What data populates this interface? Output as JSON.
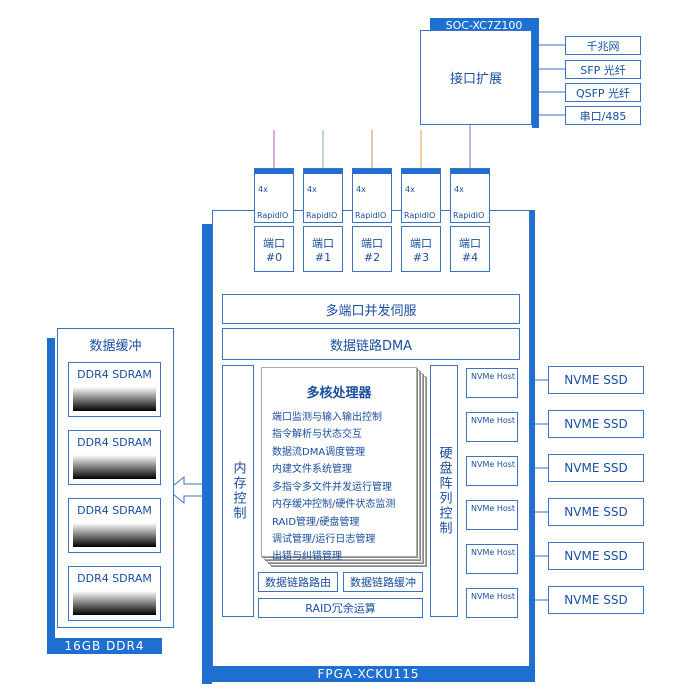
{
  "soc": {
    "title": "SOC-XC7Z100",
    "main_label": "接口扩展",
    "items": [
      "千兆网",
      "SFP  光纤",
      "QSFP 光纤",
      "串口/485"
    ]
  },
  "rapidio": {
    "lane_label": "4x",
    "name": "RapidIO",
    "ports": [
      "端口#0",
      "端口#1",
      "端口#2",
      "端口#3",
      "端口#4"
    ]
  },
  "fpga": {
    "title": "FPGA-XCKU115",
    "multi_port_servo": "多端口并发伺服",
    "link_dma": "数据链路DMA",
    "mem_ctrl": "内存控制",
    "disk_ctrl": "硬盘阵列控制",
    "processor": {
      "title": "多核处理器",
      "items": [
        "端口监测与输入输出控制",
        "指令解析与状态交互",
        "数据流DMA调度管理",
        "内建文件系统管理",
        "多指令多文件并发运行管理",
        "内存缓冲控制/硬件状态监测",
        "RAID管理/硬盘管理",
        "调试管理/运行日志管理",
        "出错与纠错管理"
      ]
    },
    "link_routing": "数据链路路由",
    "link_buffer": "数据链路缓冲",
    "raid": "RAID冗余运算"
  },
  "buffer": {
    "title": "数据缓冲",
    "footer": "16GB DDR4",
    "modules": [
      "DDR4 SDRAM",
      "DDR4 SDRAM",
      "DDR4 SDRAM",
      "DDR4 SDRAM"
    ]
  },
  "storage": {
    "host_label": "NVMe Host",
    "ssd_label": "NVME SSD",
    "count": 6
  },
  "colors": {
    "accent": "#1f6fd1",
    "border": "#3a72c4",
    "line_colors": [
      "#b05bb0",
      "#7fb07f",
      "#c78f57",
      "#e0a040",
      "#8a6ad1"
    ]
  }
}
